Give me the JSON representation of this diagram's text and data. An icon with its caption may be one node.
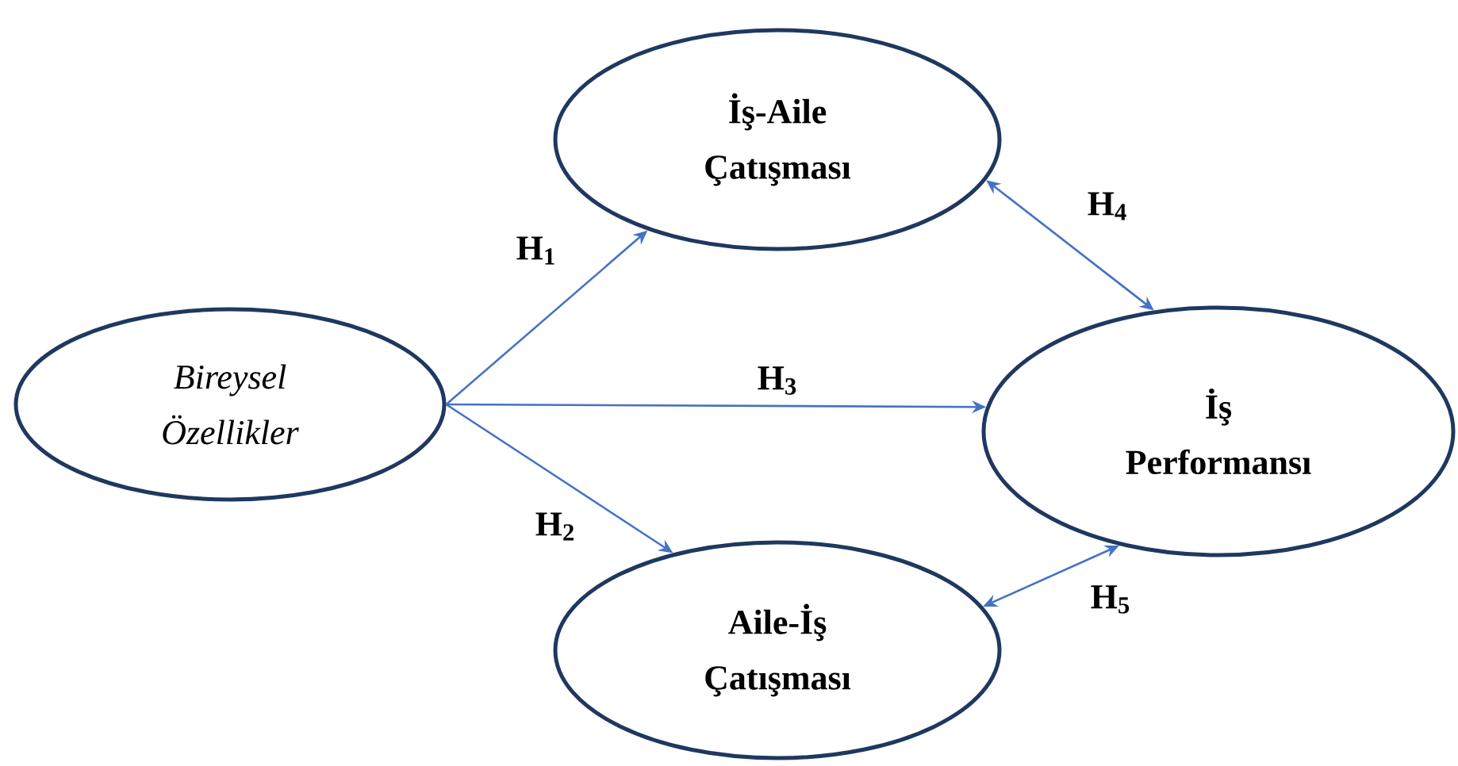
{
  "diagram": {
    "nodes": [
      {
        "text": [
          "*Bireysel Özellikler*"
        ]
      },
      {
        "text": [
          "İş-Aile Çatışması"
        ]
      },
      {
        "text": [
          "İş Performansı"
        ]
      },
      {
        "text": [
          "Aile-İş Çatışması"
        ]
      }
    ],
    "edges": [
      {
        "from": 0,
        "to": 1,
        "arrow": "to",
        "label": "H$_{1}$"
      },
      {
        "from": 0,
        "to": 3,
        "arrow": "to",
        "label": "H$_{2}$"
      },
      {
        "from": 0,
        "to": 2,
        "arrow": "to",
        "label": "H$_{3}$"
      },
      {
        "from": 1,
        "to": 2,
        "arrow": "both",
        "label": "H$_{4}$"
      },
      {
        "from": 3,
        "to": 2,
        "arrow": "both",
        "label": "H$_{5}$"
      }
    ]
  }
}
